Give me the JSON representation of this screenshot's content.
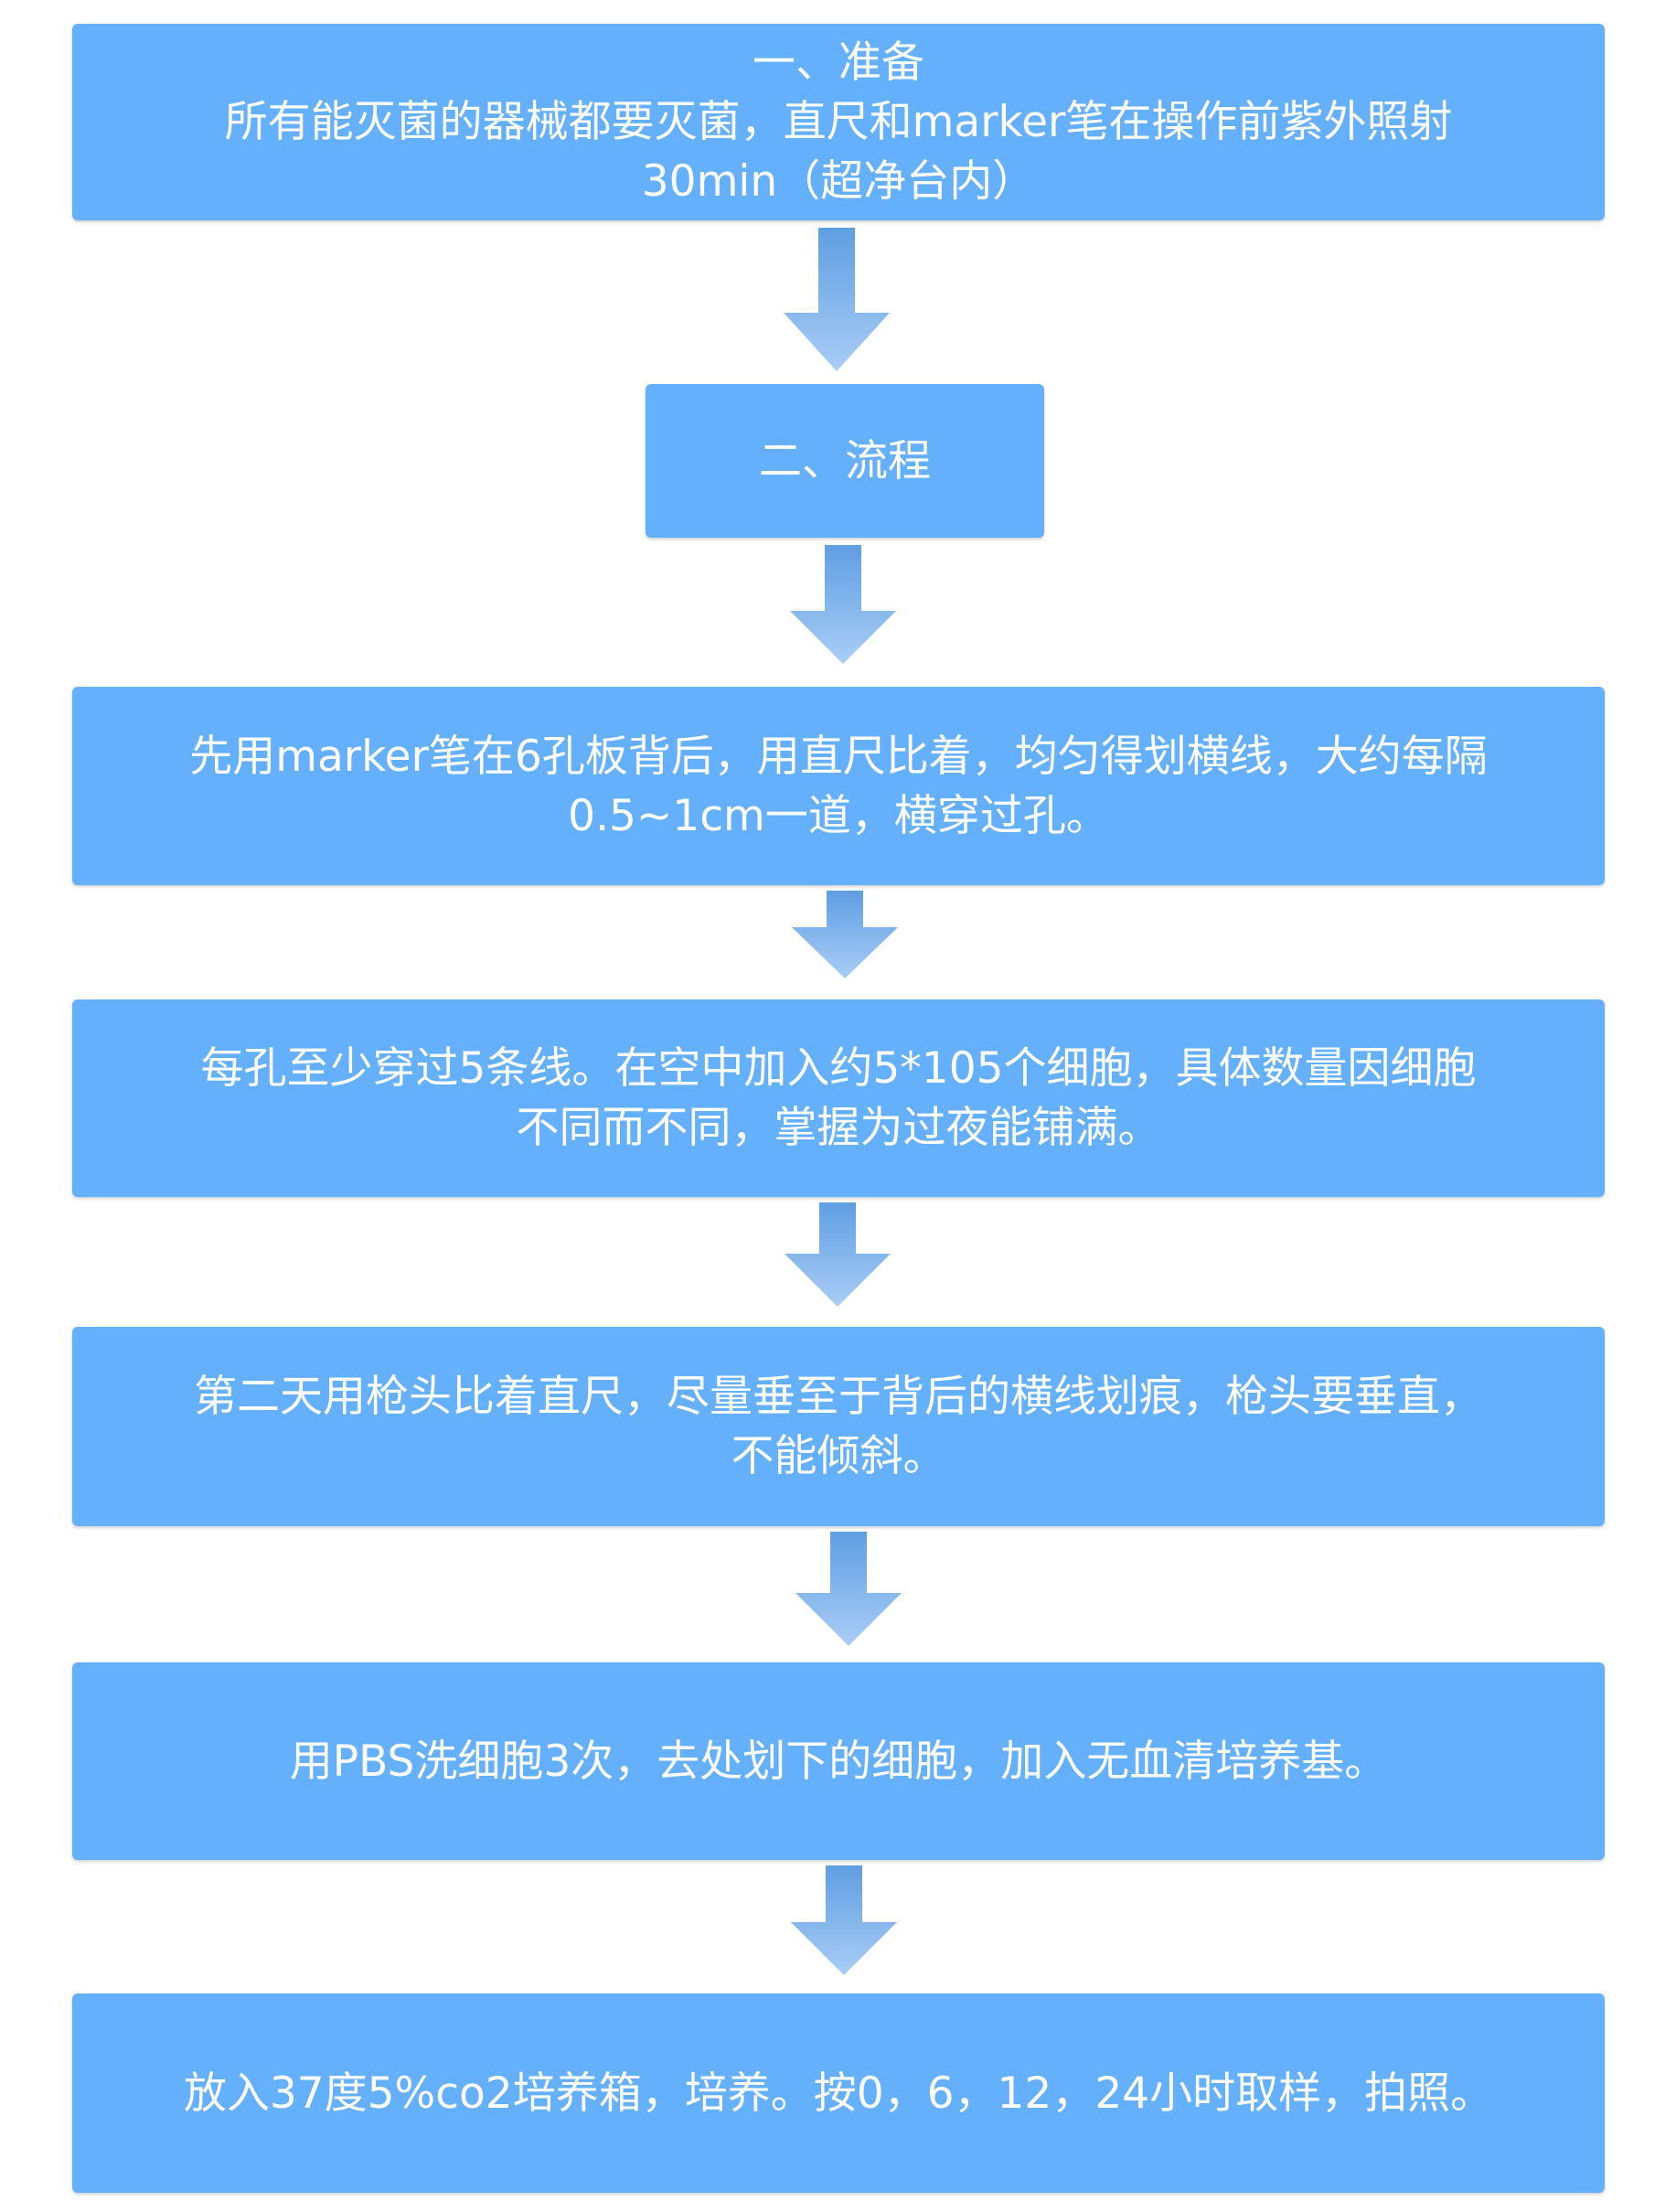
{
  "colors": {
    "box_fill": "#65b0fc",
    "box_text": "#ffffff",
    "arrow_top": "#5f9ee2",
    "arrow_bottom": "#a9cdf6",
    "background": "#ffffff"
  },
  "steps": [
    {
      "text": "一、准备\n所有能灭菌的器械都要灭菌，直尺和marker笔在操作前紫外照射\n30min（超净台内）"
    },
    {
      "text": "二、流程"
    },
    {
      "text": "先用marker笔在6孔板背后，用直尺比着，均匀得划横线，大约每隔\n0.5~1cm一道，横穿过孔。"
    },
    {
      "text": "每孔至少穿过5条线。在空中加入约5*105个细胞，具体数量因细胞\n不同而不同，掌握为过夜能铺满。"
    },
    {
      "text": "第二天用枪头比着直尺，尽量垂至于背后的横线划痕，枪头要垂直，\n不能倾斜。"
    },
    {
      "text": "用PBS洗细胞3次，去处划下的细胞，加入无血清培养基。"
    },
    {
      "text": "放入37度5%co2培养箱，培养。按0，6，12，24小时取样，拍照。"
    }
  ],
  "arrow_icon": "down-arrow-icon"
}
